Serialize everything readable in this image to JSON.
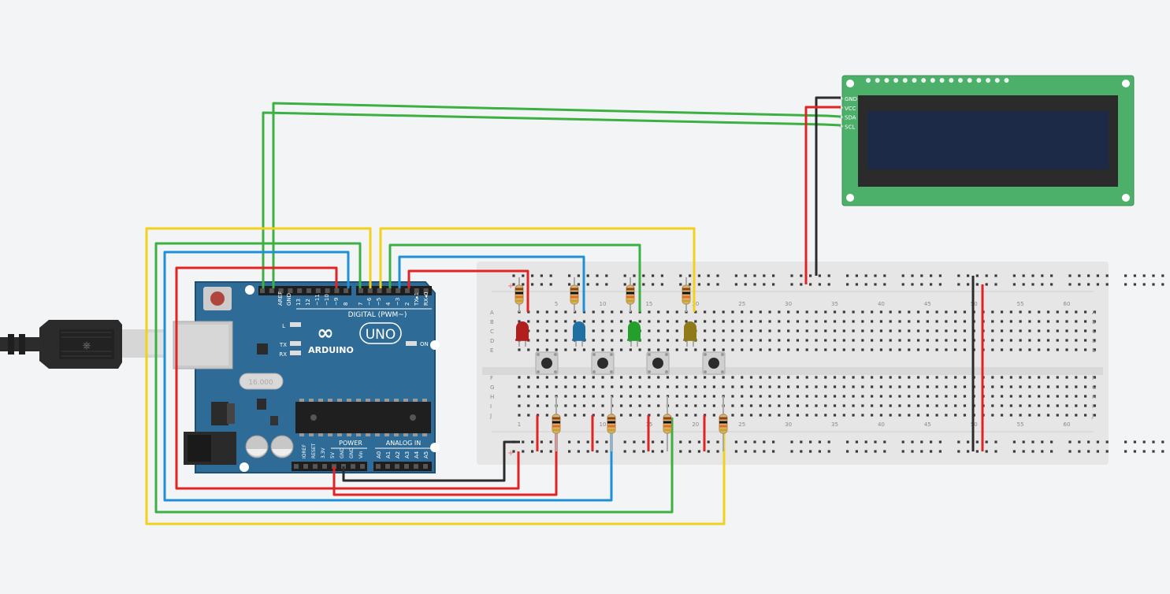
{
  "arduino": {
    "brand": "ARDUINO",
    "model": "UNO",
    "on_label": "ON",
    "l_label": "L",
    "tx_label": "TX",
    "rx_label": "RX",
    "digital_label": "DIGITAL (PWM~)",
    "power_label": "POWER",
    "analog_label": "ANALOG IN",
    "crystal_label": "16.000",
    "top_pins": [
      "AREF",
      "GND",
      "13",
      "12",
      "~11",
      "~10",
      "~9",
      "8",
      "7",
      "~6",
      "~5",
      "4",
      "~3",
      "2",
      "TX▸1",
      "RX◂0"
    ],
    "power_pins": [
      "IOREF",
      "RESET",
      "3.3V",
      "5V",
      "GND",
      "GND",
      "Vin"
    ],
    "analog_pins": [
      "A0",
      "A1",
      "A2",
      "A3",
      "A4",
      "A5"
    ]
  },
  "lcd": {
    "pins": [
      "GND",
      "VCC",
      "SDA",
      "SCL"
    ]
  },
  "breadboard": {
    "column_numbers": [
      "1",
      "5",
      "10",
      "15",
      "20",
      "25",
      "30",
      "35",
      "40",
      "45",
      "50",
      "55",
      "60"
    ],
    "row_letters_top": [
      "A",
      "B",
      "C",
      "D",
      "E"
    ],
    "row_letters_bottom": [
      "F",
      "G",
      "H",
      "I",
      "J"
    ],
    "rail_plus": "+",
    "rail_minus": "-"
  },
  "leds": [
    {
      "color": "#b01e1e",
      "name": "red"
    },
    {
      "color": "#1f6fa3",
      "name": "blue"
    },
    {
      "color": "#23a02b",
      "name": "green"
    },
    {
      "color": "#8e7a1b",
      "name": "yellow"
    }
  ],
  "wire_colors": {
    "red": "#e02424",
    "black": "#2b2b2b",
    "green": "#3cb043",
    "blue": "#1e90d6",
    "yellow": "#f2d11b"
  }
}
